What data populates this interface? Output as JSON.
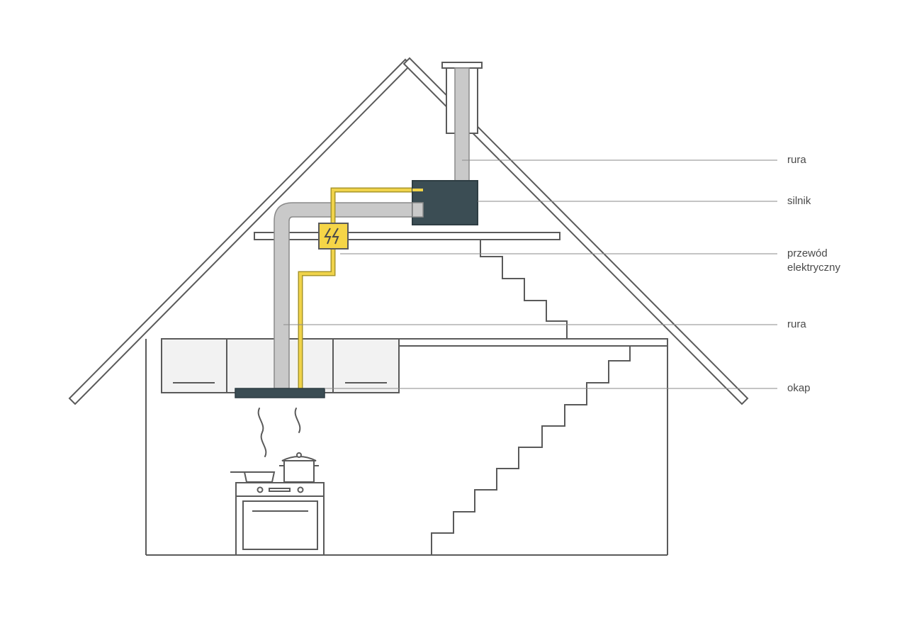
{
  "labels": {
    "pipe_top": "rura",
    "motor": "silnik",
    "cable_line1": "przewód",
    "cable_line2": "elektryczny",
    "pipe_bottom": "rura",
    "hood": "okap"
  },
  "colors": {
    "outline": "#5a5a5a",
    "pipe_fill": "#c9c9c9",
    "pipe_stroke": "#8a8a8a",
    "motor": "#3b4d54",
    "hood": "#3b4d54",
    "cable": "#f0d34a",
    "cable_stroke": "#a8962a",
    "junction_box": "#f5d547",
    "cabinet_fill": "#f2f2f2",
    "leader": "#8a8a8a",
    "text": "#4a4a4a"
  },
  "icons": {
    "junction_box": "lightning-bolt-icon"
  }
}
